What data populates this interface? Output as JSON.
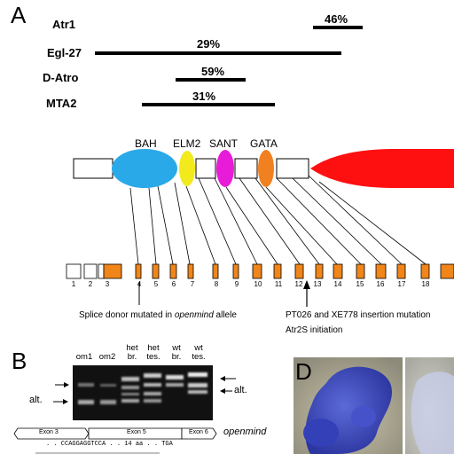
{
  "panel_a": {
    "letter": "A",
    "proteins": [
      {
        "name": "Atr1",
        "identity": "46%"
      },
      {
        "name": "Egl-27",
        "identity": "29%"
      },
      {
        "name": "D-Atro",
        "identity": "59%"
      },
      {
        "name": "MTA2",
        "identity": "31%"
      }
    ],
    "domains": [
      "BAH",
      "ELM2",
      "SANT",
      "GATA"
    ],
    "exons": [
      "1",
      "2",
      "3",
      "4",
      "5",
      "6",
      "7",
      "8",
      "9",
      "10",
      "11",
      "12",
      "13",
      "14",
      "15",
      "16",
      "17",
      "18"
    ],
    "annotations": {
      "splice_prefix": "Splice donor mutated in ",
      "splice_italic": "openmind",
      "splice_suffix": " allele",
      "insertion_line1": "PT026 and XE778 insertion mutation",
      "insertion_line2": "Atr2S initiation"
    },
    "colors": {
      "bah": "#29a9e8",
      "elm2": "#f3ea1e",
      "sant": "#e81cd8",
      "gata": "#f18020",
      "c_term": "#ff1010",
      "exon_orange": "#f08519"
    }
  },
  "panel_b": {
    "letter": "B",
    "lanes": [
      {
        "line1": "om1",
        "line2": ""
      },
      {
        "line1": "om2",
        "line2": ""
      },
      {
        "line1": "het",
        "line2": "br."
      },
      {
        "line1": "het",
        "line2": "tes."
      },
      {
        "line1": "wt",
        "line2": "br."
      },
      {
        "line1": "wt",
        "line2": "tes."
      }
    ],
    "alt_label": "alt.",
    "exon_labels": [
      "Exon 3",
      "Exon 5",
      "Exon 6"
    ],
    "gene": "openmind",
    "sequence": ". . CCAGGAGGTCCA . . 14  aa . . TGA"
  },
  "panel_d": {
    "letter": "D"
  }
}
